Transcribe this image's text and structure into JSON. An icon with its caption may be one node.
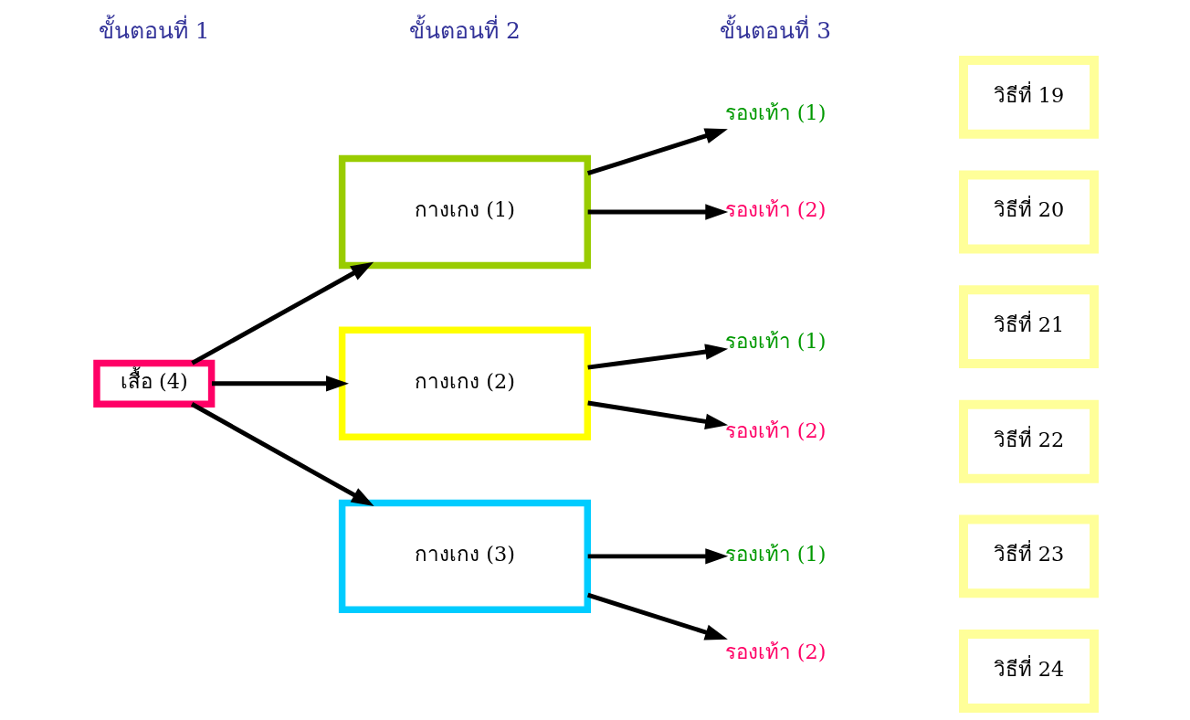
{
  "diagram": {
    "nodes": [
      {
        "text": [
          "เสื้อ (4)"
        ]
      },
      {
        "text": [
          "กางเกง (1)"
        ]
      },
      {
        "text": [
          "กางเกง (2)"
        ]
      },
      {
        "text": [
          "กางเกง (3)"
        ]
      },
      {
        "text": [
          "รองเท้า (1)"
        ]
      },
      {
        "text": [
          "รองเท้า (2)"
        ]
      },
      {
        "text": [
          "รองเท้า (1)"
        ]
      },
      {
        "text": [
          "รองเท้า (2)"
        ]
      },
      {
        "text": [
          "รองเท้า (1)"
        ]
      },
      {
        "text": [
          "รองเท้า (2)"
        ]
      },
      {
        "text": [
          "วิธีที่ 19"
        ]
      },
      {
        "text": [
          "วิธีที่ 20"
        ]
      },
      {
        "text": [
          "วิธีที่ 21"
        ]
      },
      {
        "text": [
          "วิธีที่ 22"
        ]
      },
      {
        "text": [
          "วิธีที่ 23"
        ]
      },
      {
        "text": [
          "วิธีที่ 24"
        ]
      }
    ],
    "edges": [
      {
        "from": 0,
        "to": 1,
        "arrow": "to"
      },
      {
        "from": 0,
        "to": 2,
        "arrow": "to"
      },
      {
        "from": 0,
        "to": 3,
        "arrow": "to"
      },
      {
        "from": 1,
        "to": 4,
        "arrow": "to"
      },
      {
        "from": 1,
        "to": 5,
        "arrow": "to"
      },
      {
        "from": 2,
        "to": 6,
        "arrow": "to"
      },
      {
        "from": 2,
        "to": 7,
        "arrow": "to"
      },
      {
        "from": 3,
        "to": 8,
        "arrow": "to"
      },
      {
        "from": 3,
        "to": 9,
        "arrow": "to"
      }
    ],
    "labels": [
      "ขั้นตอนที่ 1",
      "ขั้นตอนที่ 2",
      "ขั้นตอนที่ 3"
    ]
  }
}
